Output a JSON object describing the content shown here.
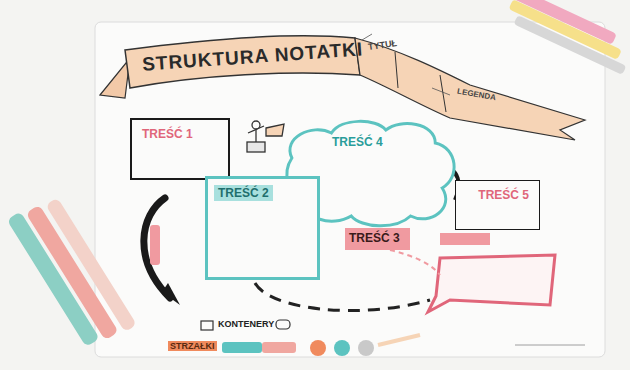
{
  "diagram": {
    "title": "STRUKTURA NOTATKI",
    "nodes": [
      {
        "text": [
          "TREŚĆ 1"
        ]
      },
      {
        "text": [
          "TREŚĆ 4"
        ]
      },
      {
        "text": [
          "TREŚĆ 2"
        ]
      },
      {
        "text": [
          "TREŚĆ 3"
        ]
      },
      {
        "text": [
          "TREŚĆ 5"
        ]
      }
    ],
    "labels": [
      "TYTUŁ",
      "LEGENDA",
      "KONTENERY",
      "STRZAŁKI"
    ]
  }
}
